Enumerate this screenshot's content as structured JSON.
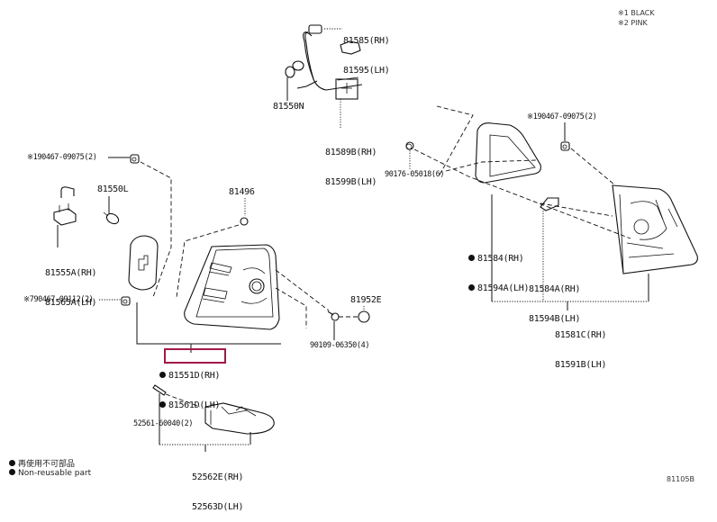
{
  "notes": {
    "note1": "※1 BLACK",
    "note2": "※2 PINK"
  },
  "parts": {
    "socket_wire": [
      "81585(RH)",
      "81595(LH)"
    ],
    "bulb_n": "81550N",
    "reflector_plate": [
      "81589B(RH)",
      "81599B(LH)"
    ],
    "clip_top_left": "※190467-09075(2)",
    "bulb_l": "81550L",
    "socket_left": [
      "81555A(RH)",
      "81565A(LH)"
    ],
    "clip_81496": "81496",
    "clip_bottom_left": "※790467-09112(2)",
    "lamp_assy": [
      "81551D(RH)",
      "81561D(LH)"
    ],
    "cover_81952e": "81952E",
    "screw_90109": "90109-06350(4)",
    "clip_right": "※190467-09075(2)",
    "screw_90176": "90176-05018(6)",
    "gasket": [
      "81584(RH)",
      "81594A(LH)"
    ],
    "pad": [
      "81584A(RH)",
      "81594B(LH)"
    ],
    "lamp_right": [
      "81581C(RH)",
      "81591B(LH)"
    ],
    "bolt_52561": "52561-60040(2)",
    "bracket": [
      "52562E(RH)",
      "52563D(LH)"
    ]
  },
  "highlighted_part": "81551D(RH)",
  "legend": {
    "item1": "再使用不可部品",
    "item2": "Non-reusable part"
  },
  "diagram_code": "81105B"
}
